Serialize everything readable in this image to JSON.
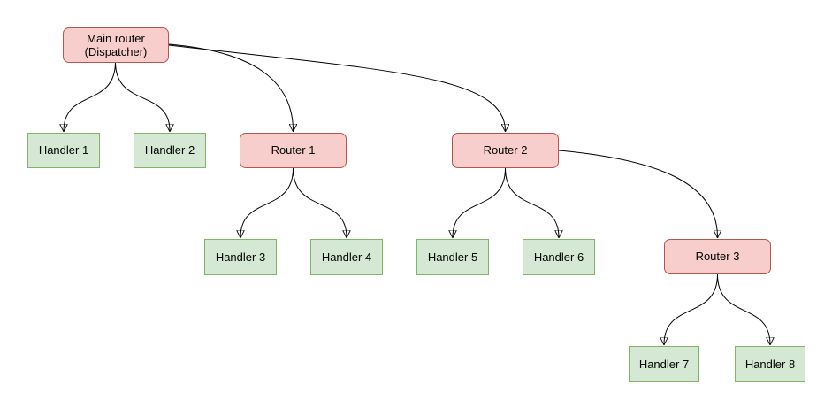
{
  "diagram": {
    "background": "#ffffff",
    "colors": {
      "router_fill": "#f8cecc",
      "router_stroke": "#b85450",
      "handler_fill": "#d5e8d4",
      "handler_stroke": "#82b366",
      "edge_color": "#000000"
    },
    "nodes": {
      "main_router": {
        "label": "Main router\n(Dispatcher)",
        "type": "router"
      },
      "router1": {
        "label": "Router 1",
        "type": "router"
      },
      "router2": {
        "label": "Router 2",
        "type": "router"
      },
      "router3": {
        "label": "Router 3",
        "type": "router"
      },
      "handler1": {
        "label": "Handler 1",
        "type": "handler"
      },
      "handler2": {
        "label": "Handler 2",
        "type": "handler"
      },
      "handler3": {
        "label": "Handler 3",
        "type": "handler"
      },
      "handler4": {
        "label": "Handler 4",
        "type": "handler"
      },
      "handler5": {
        "label": "Handler 5",
        "type": "handler"
      },
      "handler6": {
        "label": "Handler 6",
        "type": "handler"
      },
      "handler7": {
        "label": "Handler 7",
        "type": "handler"
      },
      "handler8": {
        "label": "Handler 8",
        "type": "handler"
      }
    },
    "edges": [
      {
        "from": "main_router",
        "to": "handler1"
      },
      {
        "from": "main_router",
        "to": "handler2"
      },
      {
        "from": "main_router",
        "to": "router1"
      },
      {
        "from": "main_router",
        "to": "router2"
      },
      {
        "from": "router1",
        "to": "handler3"
      },
      {
        "from": "router1",
        "to": "handler4"
      },
      {
        "from": "router2",
        "to": "handler5"
      },
      {
        "from": "router2",
        "to": "handler6"
      },
      {
        "from": "router2",
        "to": "router3"
      },
      {
        "from": "router3",
        "to": "handler7"
      },
      {
        "from": "router3",
        "to": "handler8"
      }
    ]
  }
}
